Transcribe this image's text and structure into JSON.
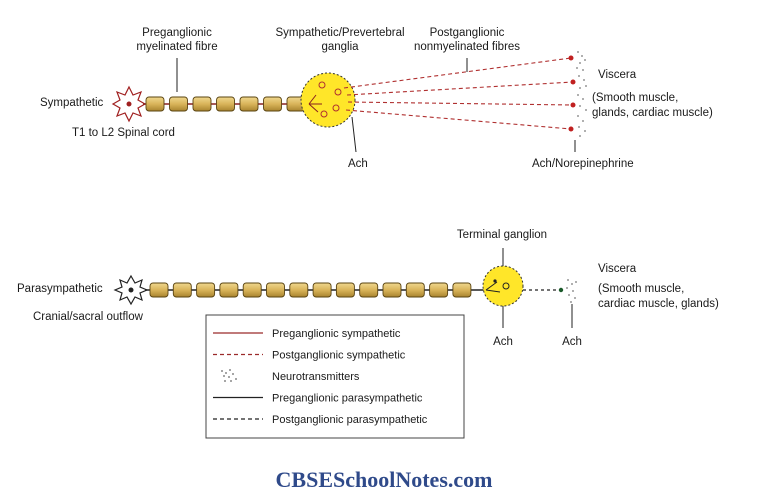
{
  "sympathetic": {
    "name": "Sympathetic",
    "origin": "T1 to L2 Spinal cord",
    "pre_label": [
      "Preganglionic",
      "myelinated fibre"
    ],
    "ganglia_label": [
      "Sympathetic/Prevertebral",
      "ganglia"
    ],
    "post_label": [
      "Postganglionic",
      "nonmyelinated fibres"
    ],
    "viscera": [
      "Viscera",
      "(Smooth muscle,",
      "glands, cardiac muscle)"
    ],
    "ach": "Ach",
    "ach_ne": "Ach/Norepinephrine"
  },
  "parasympathetic": {
    "name": "Parasympathetic",
    "origin": "Cranial/sacral outflow",
    "ganglion_label": "Terminal ganglion",
    "viscera": [
      "Viscera",
      "(Smooth muscle,",
      "cardiac muscle, glands)"
    ],
    "ach_1": "Ach",
    "ach_2": "Ach"
  },
  "legend": [
    {
      "label": "Preganglionic sympathetic",
      "style": "solid",
      "color": "#9b2a2a"
    },
    {
      "label": "Postganglionic sympathetic",
      "style": "dashed",
      "color": "#9b2a2a"
    },
    {
      "label": "Neurotransmitters",
      "style": "dots",
      "color": "#666666"
    },
    {
      "label": "Preganglionic parasympathetic",
      "style": "solid",
      "color": "#222222"
    },
    {
      "label": "Postganglionic parasympathetic",
      "style": "dashed",
      "color": "#222222"
    }
  ],
  "footer": "CBSESchoolNotes.com",
  "colors": {
    "myelin": "#d9b45a",
    "ganglion": "#ffe629",
    "symp_red": "#b03030",
    "footer": "#2f4a8a"
  }
}
